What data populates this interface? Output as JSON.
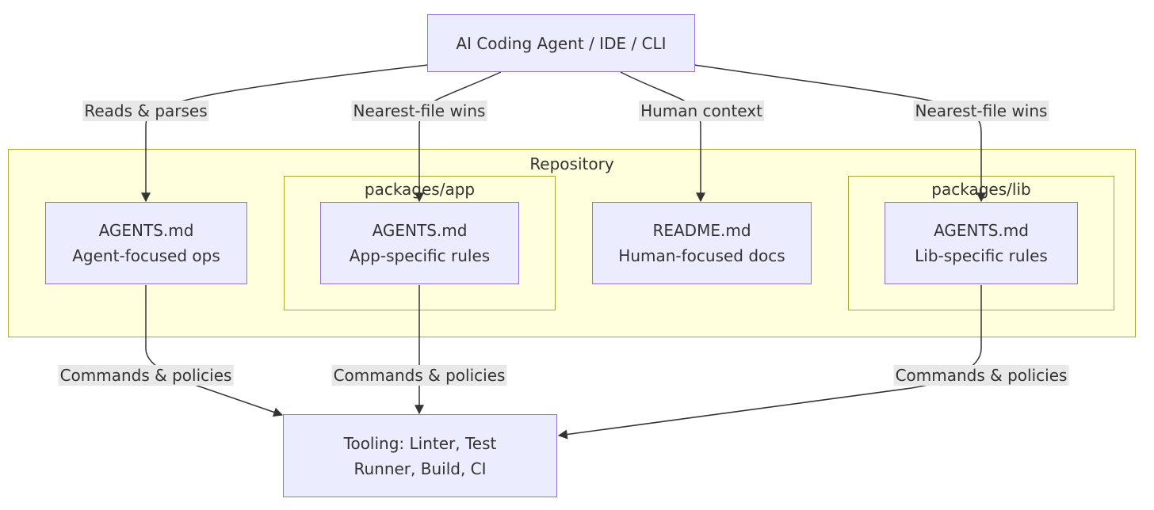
{
  "clusters": {
    "repo": "Repository",
    "app": "packages/app",
    "lib": "packages/lib"
  },
  "nodes": {
    "agent": "AI Coding Agent / IDE / CLI",
    "root_agents": {
      "line1": "AGENTS.md",
      "line2": "Agent-focused ops"
    },
    "app_agents": {
      "line1": "AGENTS.md",
      "line2": "App-specific rules"
    },
    "readme": {
      "line1": "README.md",
      "line2": "Human-focused docs"
    },
    "lib_agents": {
      "line1": "AGENTS.md",
      "line2": "Lib-specific rules"
    },
    "tooling": {
      "line1": "Tooling: Linter, Test",
      "line2": "Runner, Build, CI"
    }
  },
  "edges": {
    "reads": "Reads & parses",
    "nearest_app": "Nearest-file wins",
    "human": "Human context",
    "nearest_lib": "Nearest-file wins",
    "cmd_root": "Commands & policies",
    "cmd_app": "Commands & policies",
    "cmd_lib": "Commands & policies"
  },
  "colors": {
    "node_fill": "#ececff",
    "node_stroke": "#9370db",
    "cluster_fill": "#ffffde",
    "cluster_stroke": "#aaaa33",
    "edge": "#333333",
    "label_bg": "#e8e8e8"
  }
}
